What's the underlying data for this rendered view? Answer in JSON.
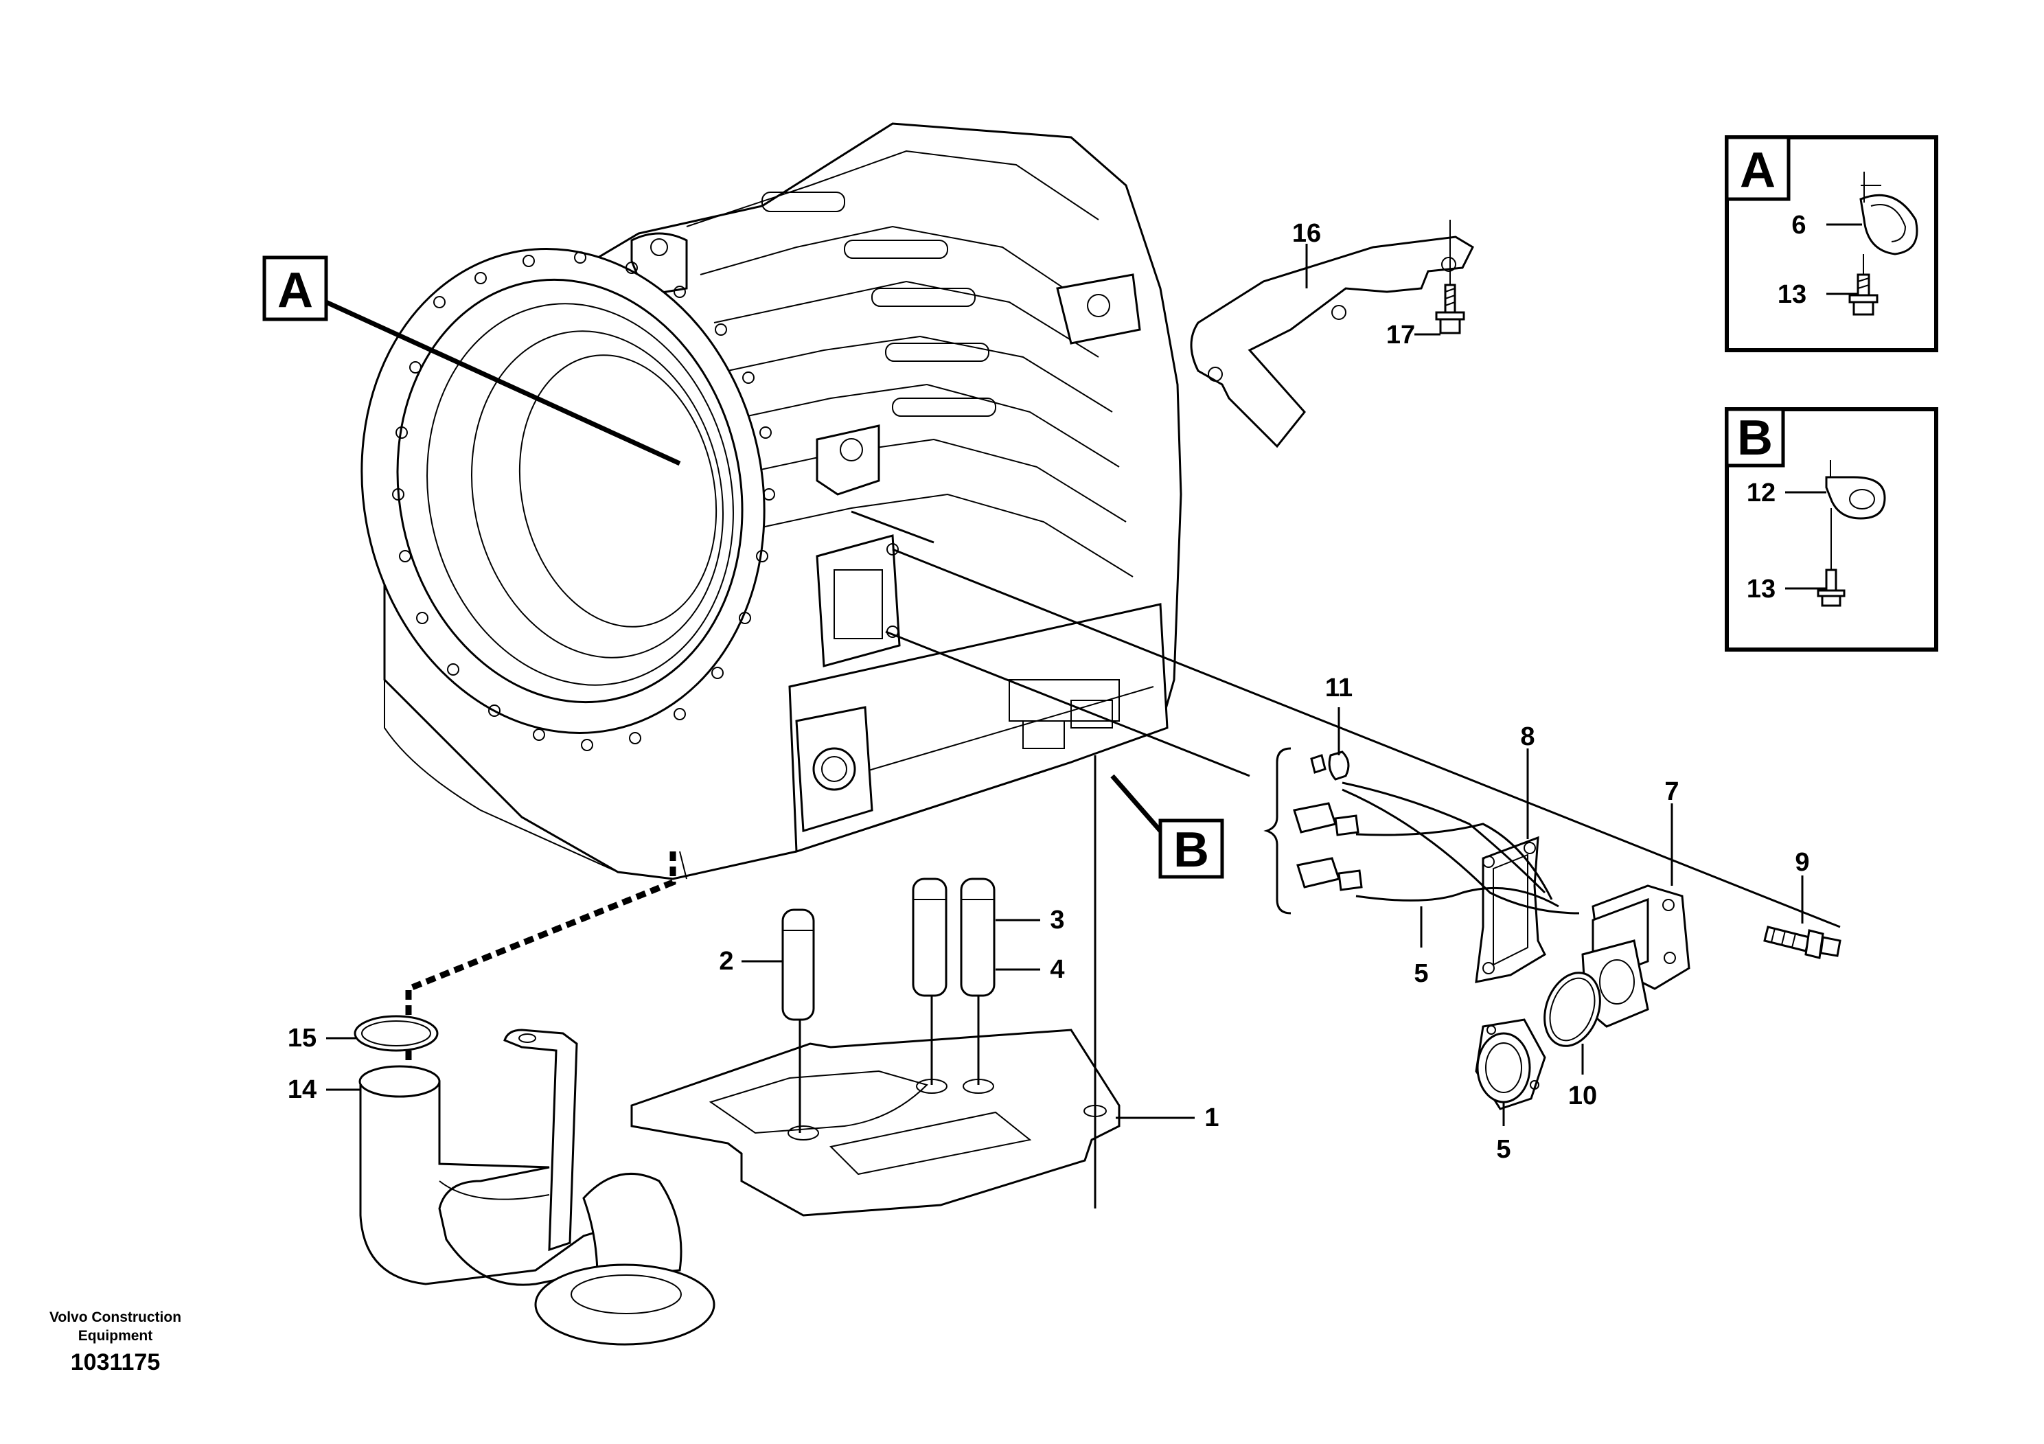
{
  "diagram": {
    "callout_boxes": {
      "main_a": "A",
      "main_b": "B",
      "detail_a": "A",
      "detail_b": "B"
    },
    "part_numbers": {
      "p1": "1",
      "p2": "2",
      "p3": "3",
      "p4": "4",
      "p5_harness": "5",
      "p5_sensor": "5",
      "p6": "6",
      "p7": "7",
      "p8": "8",
      "p9": "9",
      "p10": "10",
      "p11": "11",
      "p12": "12",
      "p13_a": "13",
      "p13_b": "13",
      "p14": "14",
      "p15": "15",
      "p16": "16",
      "p17": "17"
    },
    "footer": {
      "brand_line1": "Volvo Construction",
      "brand_line2": "Equipment",
      "doc_number": "1031175"
    }
  }
}
